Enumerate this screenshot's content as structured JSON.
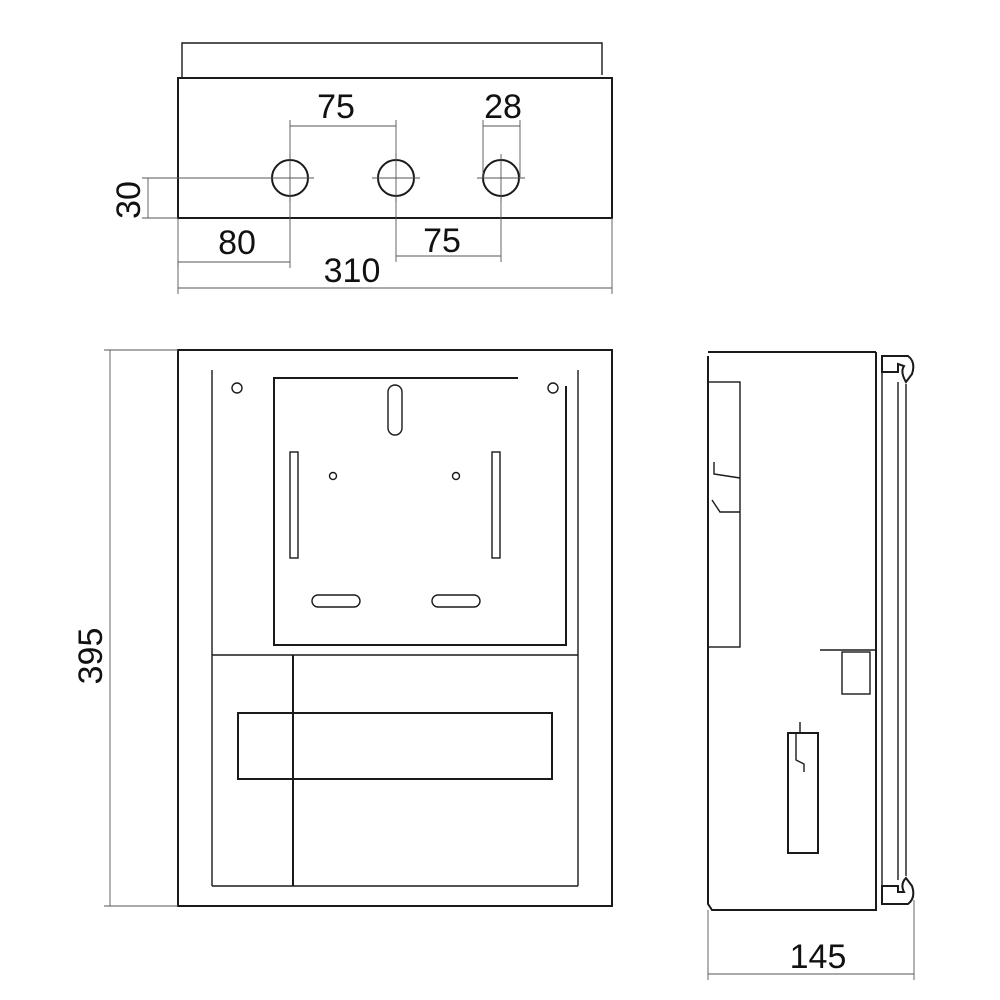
{
  "dimensions": {
    "top_hole_spacing_left": "75",
    "top_hole_diameter": "28",
    "top_hole_offset_height": "30",
    "top_left_offset": "80",
    "top_hole_spacing_right": "75",
    "top_overall_width": "310",
    "front_overall_height": "395",
    "side_depth": "145"
  }
}
